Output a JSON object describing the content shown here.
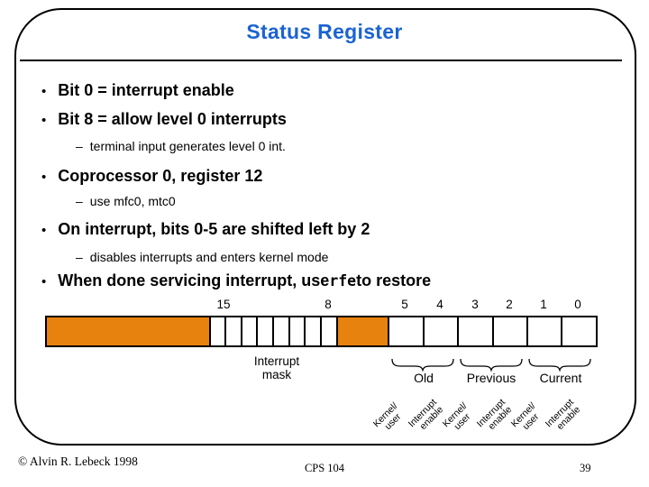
{
  "colors": {
    "title_blue": "#1b63d2",
    "orange": "#e8820f"
  },
  "slide": {
    "title": "Status Register",
    "bullets": [
      {
        "marker": "•",
        "text": "Bit 0 = interrupt enable"
      },
      {
        "marker": "•",
        "text": "Bit 8 = allow level 0 interrupts"
      },
      {
        "marker": "–",
        "text": "terminal input generates level 0 int."
      },
      {
        "marker": "•",
        "text": "Coprocessor 0, register 12"
      },
      {
        "marker": "–",
        "text": "use mfc0, mtc0"
      },
      {
        "marker": "•",
        "text": "On interrupt, bits 0-5 are shifted left by 2"
      },
      {
        "marker": "–",
        "text": "disables interrupts and enters kernel mode"
      },
      {
        "marker": "•",
        "text_before": "When done servicing interrupt, use ",
        "code": "rfe",
        "text_after": " to restore"
      }
    ]
  },
  "diagram": {
    "bit_labels": [
      "15",
      "8",
      "5",
      "4",
      "3",
      "2",
      "1",
      "0"
    ],
    "mask_label": {
      "line1": "Interrupt",
      "line2": "mask"
    },
    "groups": {
      "old": "Old",
      "previous": "Previous",
      "current": "Current"
    },
    "rotated_labels": [
      {
        "line1": "Kernel/",
        "line2": "user"
      },
      {
        "line1": "Interrupt",
        "line2": "enable"
      },
      {
        "line1": "Kernel/",
        "line2": "user"
      },
      {
        "line1": "Interrupt",
        "line2": "enable"
      },
      {
        "line1": "Kernel/",
        "line2": "user"
      },
      {
        "line1": "Interrupt",
        "line2": "enable"
      }
    ]
  },
  "footer": {
    "copyright": "© Alvin R. Lebeck 1998",
    "course": "CPS 104",
    "page_number": "39"
  }
}
